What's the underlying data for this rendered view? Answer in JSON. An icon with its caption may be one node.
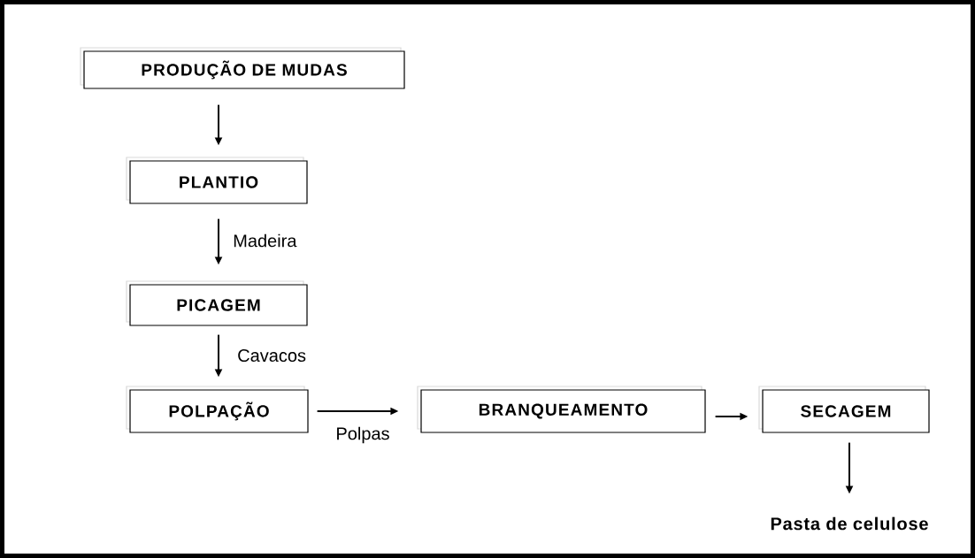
{
  "diagram": {
    "nodes": [
      {
        "text": [
          "PRODUÇÃO DE MUDAS"
        ]
      },
      {
        "text": [
          "PLANTIO"
        ]
      },
      {
        "text": [
          "PICAGEM"
        ]
      },
      {
        "text": [
          "POLPAÇÃO"
        ]
      },
      {
        "text": [
          "BRANQUEAMENTO"
        ]
      },
      {
        "text": [
          "SECAGEM"
        ]
      },
      {
        "text": [
          "Pasta de celulose"
        ]
      }
    ],
    "edges": [
      {
        "from": 0,
        "to": 1,
        "arrow": "to"
      },
      {
        "from": 1,
        "to": 2,
        "arrow": "to",
        "label": "Madeira"
      },
      {
        "from": 2,
        "to": 3,
        "arrow": "to",
        "label": "Cavacos"
      },
      {
        "from": 3,
        "to": 4,
        "arrow": "to",
        "label": "Polpas"
      },
      {
        "from": 4,
        "to": 5,
        "arrow": "to"
      },
      {
        "from": 5,
        "to": 6,
        "arrow": "to"
      }
    ]
  }
}
